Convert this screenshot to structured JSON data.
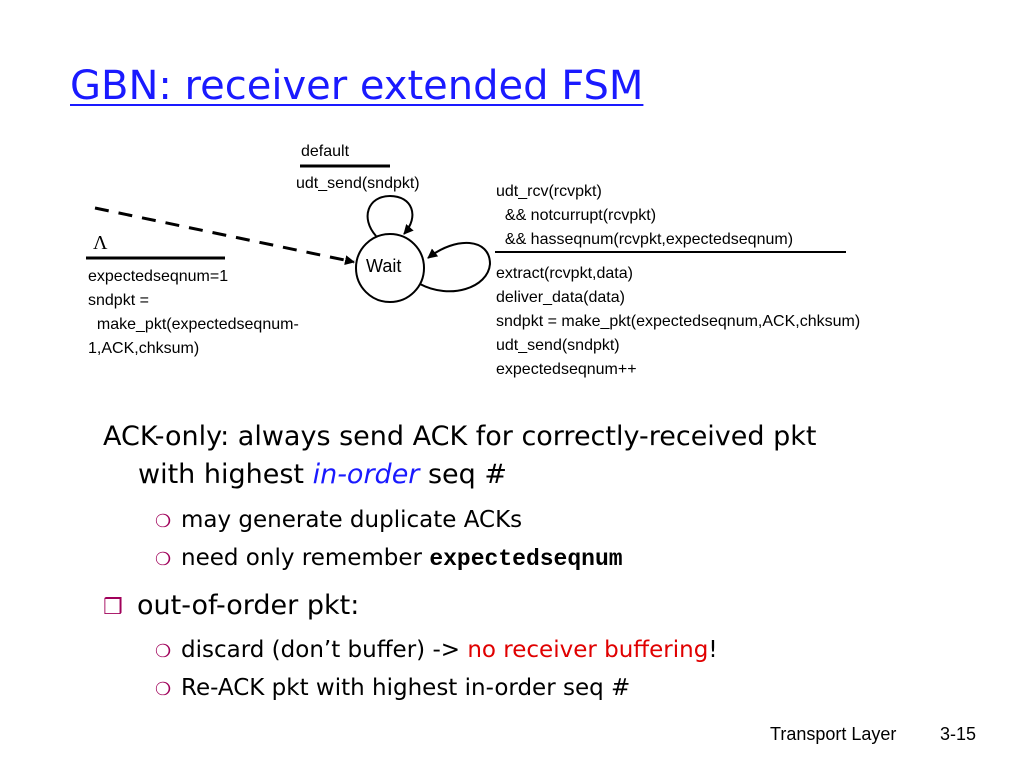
{
  "title": "GBN: receiver extended FSM",
  "fsm": {
    "state": "Wait",
    "self_loop_top": {
      "event": "default",
      "action": "udt_send(sndpkt)"
    },
    "initial": {
      "event": "Λ",
      "actions": [
        "expectedseqnum=1",
        "sndpkt =",
        "  make_pkt(expectedseqnum-",
        "1,ACK,chksum)"
      ]
    },
    "self_loop_right": {
      "event": [
        "udt_rcv(rcvpkt)",
        "  && notcurrupt(rcvpkt)",
        "  && hasseqnum(rcvpkt,expectedseqnum)"
      ],
      "actions": [
        "extract(rcvpkt,data)",
        "deliver_data(data)",
        "sndpkt = make_pkt(expectedseqnum,ACK,chksum)",
        "udt_send(sndpkt)",
        "expectedseqnum++"
      ]
    }
  },
  "body": {
    "line1": "ACK-only: always send ACK for correctly-received pkt",
    "line2_pre": "with highest ",
    "line2_em": "in-order",
    "line2_post": " seq #",
    "sub1": "may generate duplicate ACKs",
    "sub2_pre": "need only remember ",
    "sub2_code": "expectedseqnum",
    "point2": "out-of-order pkt:",
    "sub3_pre": "discard (don’t buffer) -> ",
    "sub3_red": "no receiver buffering",
    "sub3_post": "!",
    "sub4": "Re-ACK pkt with highest in-order seq #"
  },
  "footer": {
    "section": "Transport Layer",
    "page": "3-15"
  },
  "colors": {
    "title": "#1a1aff",
    "emphasis_red": "#e00000",
    "bullet": "#a0005a"
  }
}
